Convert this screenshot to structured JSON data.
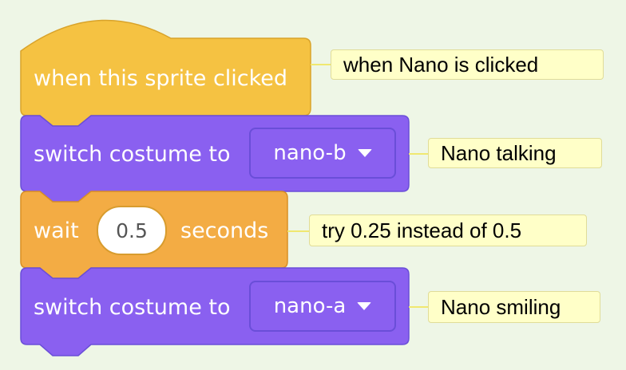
{
  "colors": {
    "events": "#f5c242",
    "events_border": "#d9a32a",
    "looks": "#8a60f0",
    "looks_border": "#6a4ed8",
    "control": "#f3ac44",
    "control_border": "#d98f25",
    "note_bg": "#ffffc8",
    "background": "#eef6e6"
  },
  "script": {
    "hat": {
      "label": "when this sprite clicked"
    },
    "switch1": {
      "label": "switch costume to",
      "costume": "nano-b"
    },
    "wait": {
      "label_before": "wait",
      "value": "0.5",
      "label_after": "seconds"
    },
    "switch2": {
      "label": "switch costume to",
      "costume": "nano-a"
    }
  },
  "comments": {
    "hat": "when Nano is clicked",
    "switch1": "Nano talking",
    "wait": "try 0.25 instead of 0.5",
    "switch2": "Nano smiling"
  }
}
